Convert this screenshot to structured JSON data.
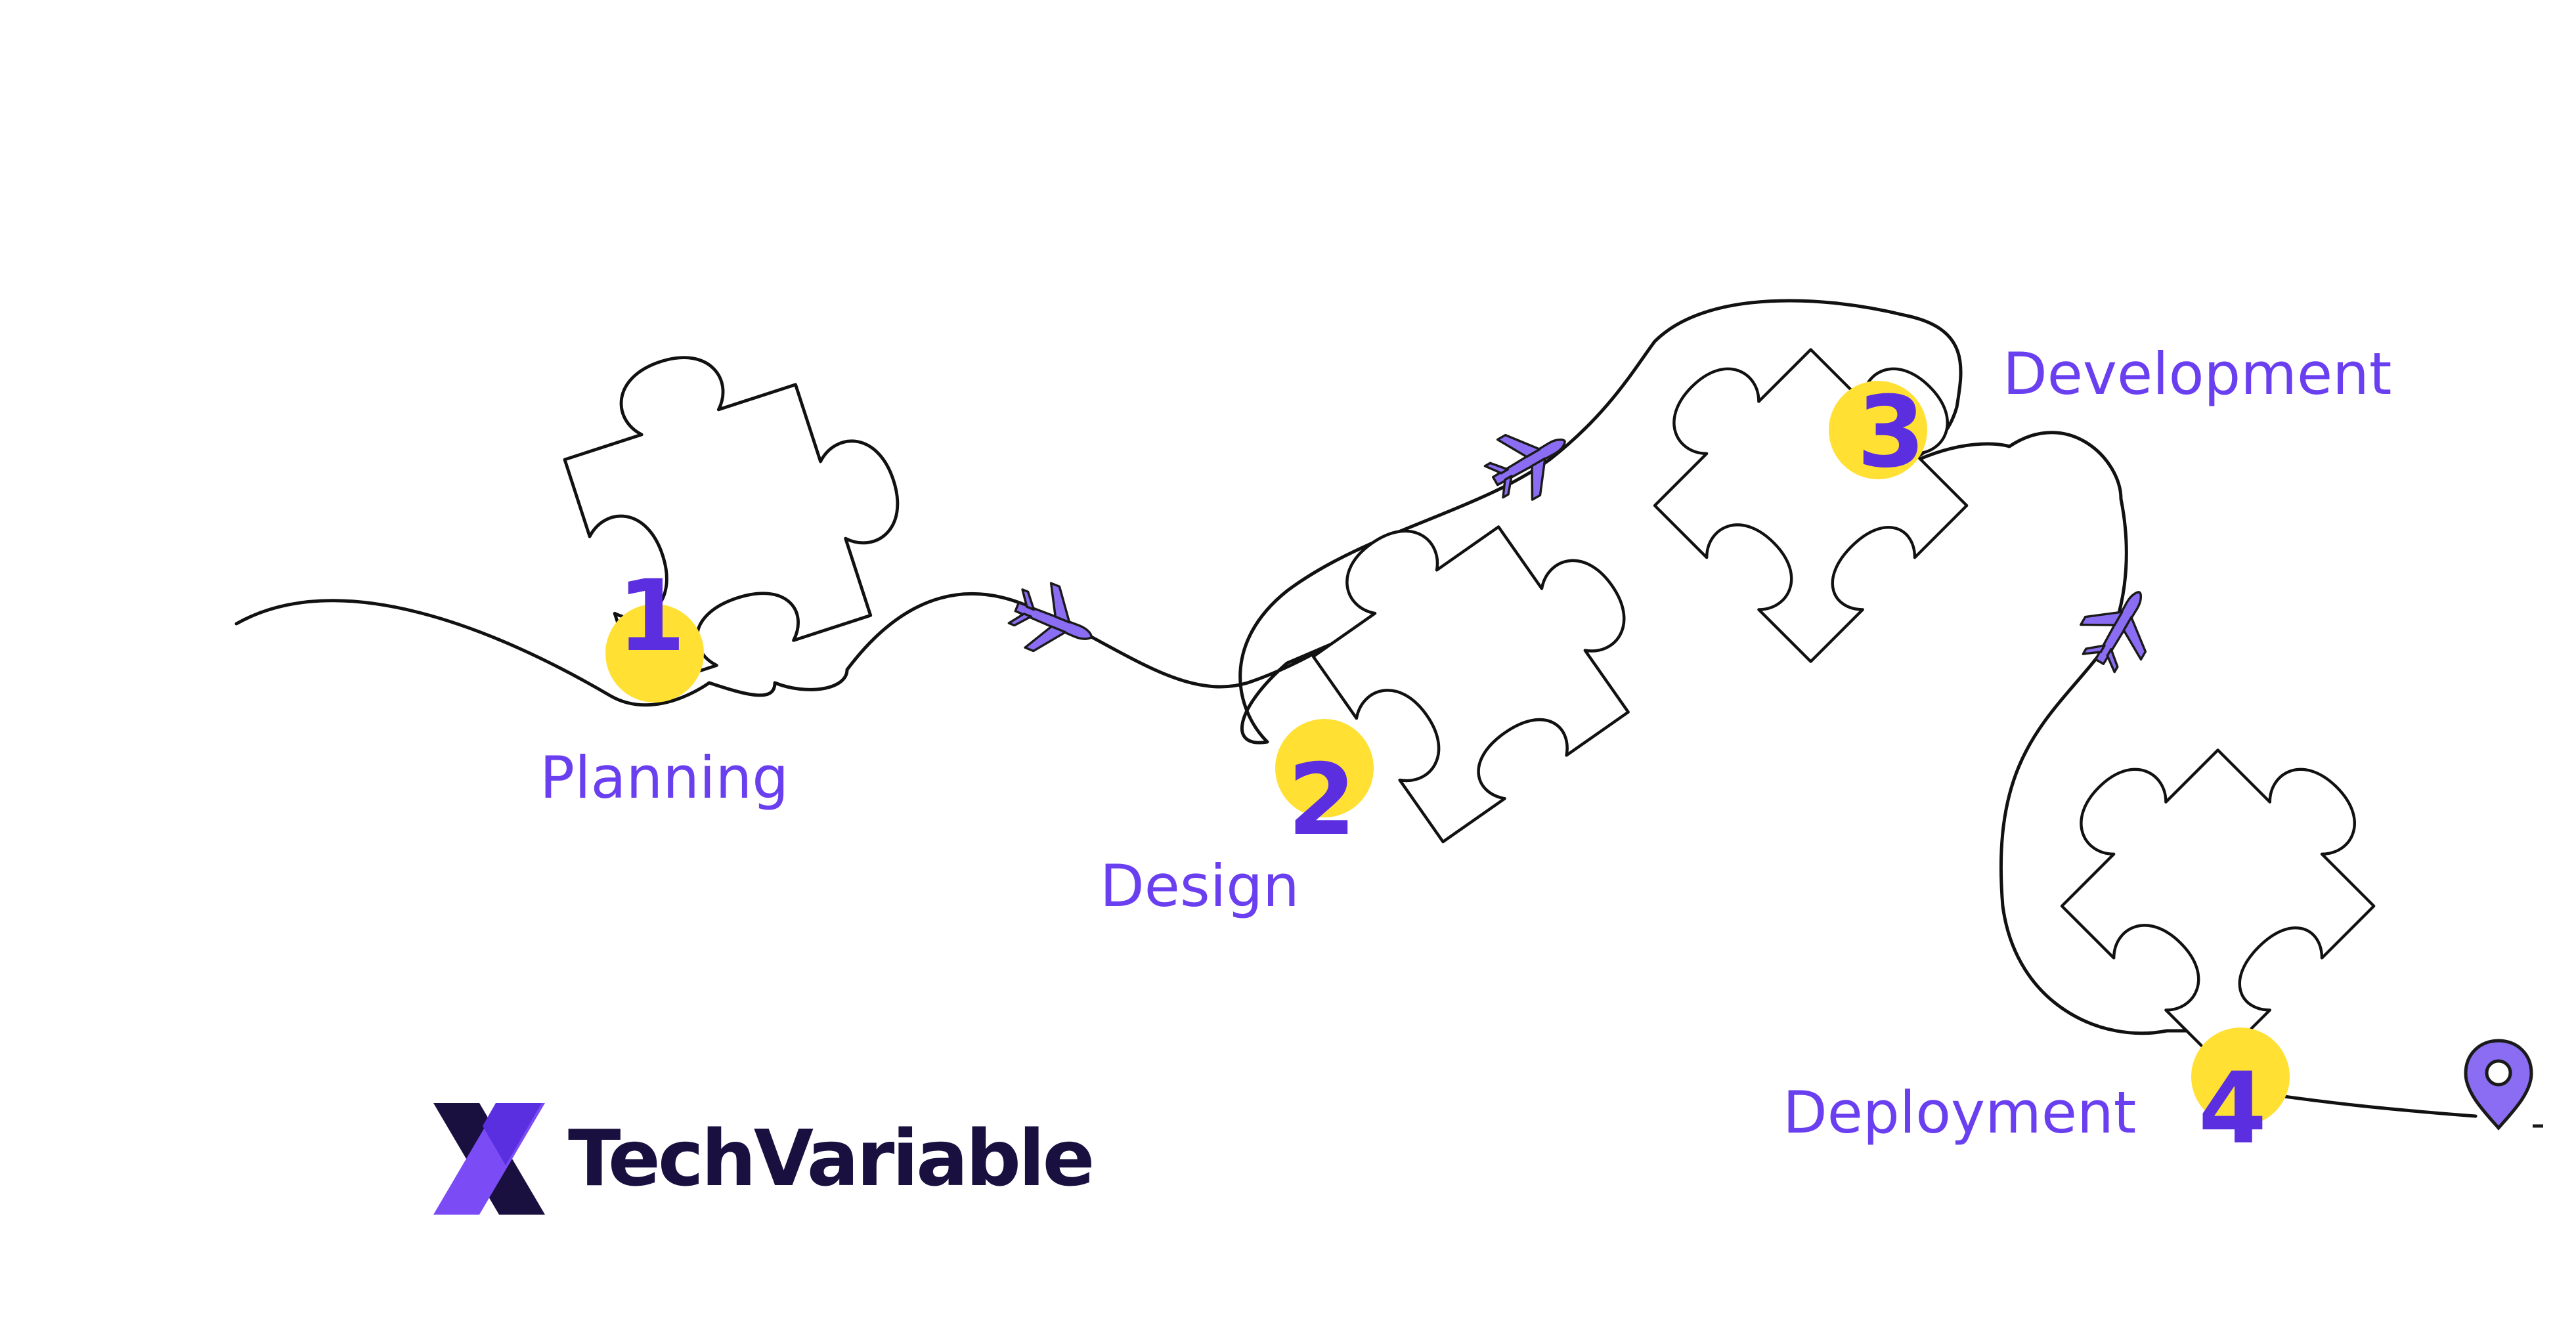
{
  "steps": [
    {
      "number": "1",
      "label": "Planning"
    },
    {
      "number": "2",
      "label": "Design"
    },
    {
      "number": "3",
      "label": "Development"
    },
    {
      "number": "4",
      "label": "Deployment"
    }
  ],
  "brand": {
    "name": "TechVariable"
  },
  "colors": {
    "accent": "#6a3ff0",
    "highlight": "#ffe033",
    "brand_dark": "#1a1040",
    "line": "#111111"
  },
  "icons": [
    "puzzle-piece-icon",
    "airplane-icon",
    "location-pin-icon",
    "techvariable-logo-icon"
  ]
}
